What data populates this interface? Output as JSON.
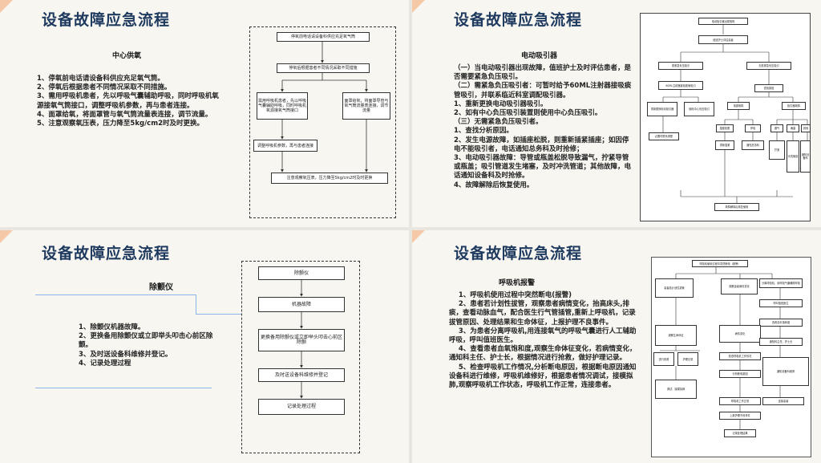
{
  "slides": [
    {
      "title": "设备故障应急流程",
      "subtitle": "中心供氧",
      "body": "1、停氧前电话请设备科供应充足氧气筒。\n2、停氧后根据患者不同情况采取不同措施。\n3、需用呼吸机患者，先以呼吸气囊辅助呼吸，同时呼吸机氧源接氧气筒接口，调整呼吸机参数，再与患者连接。\n4、面罩给氧，将面罩管与氧气筒流量表连接，调节流量。\n5、注意观察氧压表，压力降至5kg/cm2时及时更换。",
      "flow": {
        "b1": "停氧前电话请设备科供应充足氧气筒",
        "b2": "停氧后根据患者不同情况采取不同措施",
        "b3": "需用呼吸机患者，先以呼吸气囊辅助呼吸，同时呼吸机氧源接氧气筒接口",
        "b4": "面罩给氧，将面罩导管与氧气筒流量表连接，调节流量",
        "b5": "调整呼吸机参数，再与患者连接",
        "b6": "注意观察氧压表，压力降至5kg/cm2时及时更换"
      }
    },
    {
      "title": "设备故障应急流程",
      "subtitle": "电动吸引器",
      "body": "（一）当电动吸引器出现故障，值班护士及时评估患者，是否需要紧急负压吸引。\n（二）需紧急负压吸引者：可暂时给予60ML注射器接吸痰管吸引，并联系临近科室调配吸引器。\n1、重新更换电动吸引器吸引。\n2、如有中心负压吸引装置则使用中心负压吸引。\n（三）无需紧急负压吸引者。\n1、查找分析原因。\n2、发生电源故障，如插座松脱，则重新插紧插座；如因停电不能吸引者，电话通知总务科及时抢修；\n3、电动吸引器故障：导管或瓶盖松脱导致漏气，拧紧导管或瓶盖；吸引管道发生堵塞，及时冲洗管道；其他故障，电话通知设备科及时抢修。\n4、故障解除后恢复使用。",
      "flow": {
        "b1": "电动吸引器出现故障",
        "b2": "值班护士评估患者",
        "b3": "需紧急负压吸引",
        "b4": "无需紧急负压吸引",
        "b5": "60ML注射器接吸痰管吸引",
        "b6": "查找原因",
        "b7": "重新更换电动吸引器",
        "b8": "使用中心负压吸引",
        "b9": "电源故障",
        "b10": "吸引器故障",
        "b11": "插座松脱",
        "b12": "停电",
        "b13": "漏气",
        "b14": "堵塞",
        "b15": "其他",
        "b16": "重新插紧",
        "b17": "通知总务科",
        "b18": "拧紧",
        "b19": "冲洗管道",
        "b20": "通知设备科",
        "b21": "必要时联系调配",
        "b22": "故障解除后恢复使用"
      }
    },
    {
      "title": "设备故障应急流程",
      "subtitle": "除颤仪",
      "body": "1、除颤仪机器故障。\n2、更换备用除颤仪或立即举头叩击心前区除颤。\n3、及时送设备科维修并登记。\n4、记录处理过程",
      "flow": {
        "b1": "除颤仪",
        "b2": "机器故障",
        "b3": "更换备用除颤仪或立即举头叩击心前区除颤",
        "b4": "及时送设备科维修并登记",
        "b5": "记录处理过程"
      }
    },
    {
      "title": "设备故障应急流程",
      "subtitle": "呼吸机报警",
      "body": "    1、呼吸机使用过程中突然断电(报警)\n    2、患者若计划性拔管，观察患者病情变化，抬高床头,排痰，查看动脉血气，配合医生行气管插管,重新上呼吸机，记录拔管原因、处理结果和生命体征，上报护理不良事件。\n    3、为患者分离呼吸机,用连接氧气的呼吸气囊进行人工辅助呼吸，呼叫值班医生。\n    4、查看患者血氧饱和度,观察生命体征变化，若病情变化，通知科主任、护士长，根据情况进行抢救，做好护理记录。\n    5、检查呼吸机工作情况,分析断电原因，根据断电原因通知设备科进行维修，呼吸机维修好，根据患者情况调试，接模拟肺,观察呼吸机工作状态，呼吸机工作正常，连接患者。",
      "flow": {
        "b1": "呼吸机使用过程中突然断电（报警）",
        "b2": "患者若计划性拔管",
        "b3": "观察患者病情变化",
        "b4": "分离呼吸机，用呼吸气囊辅助呼吸",
        "b5": "呼叫值班医生",
        "b6": "查看血氧饱和度",
        "b7": "观察生命体征",
        "b8": "病情变化",
        "b9": "通知科主任、护士长",
        "b10": "进行抢救",
        "b11": "护理记录",
        "b12": "检查呼吸机工作情况",
        "b13": "分析断电原因",
        "b14": "通知设备科维修",
        "b15": "调试、接模拟肺",
        "b16": "呼吸机工作正常",
        "b17": "连接患者",
        "b18": "上报护理不良事件",
        "b19": "记录处理结果"
      }
    }
  ]
}
